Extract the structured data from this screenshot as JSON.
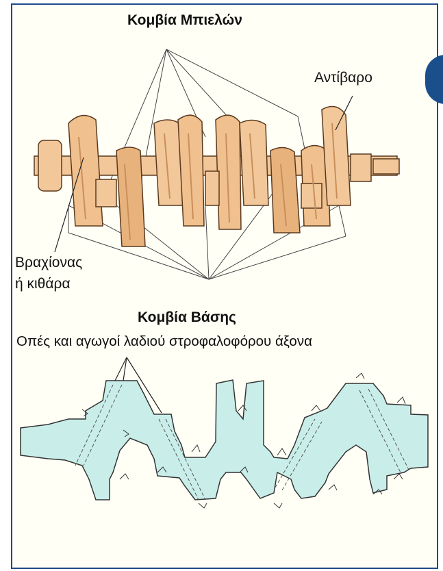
{
  "labels": {
    "top_title": "Κομβία Μπιελών",
    "counterweight": "Αντίβαρο",
    "arm_line1": "Βραχίονας",
    "arm_line2": "ή κιθάρα",
    "base_title": "Κομβία Βάσης",
    "oil_holes": "Οπές και αγωγοί λαδιού στροφαλοφόρου άξονα"
  },
  "colors": {
    "border": "#1f4a8a",
    "tab": "#1b4f8c",
    "crank_fill": "#f2c79a",
    "crank_shade": "#c98f5a",
    "section_fill": "#c9eeea",
    "ink": "#222222"
  }
}
